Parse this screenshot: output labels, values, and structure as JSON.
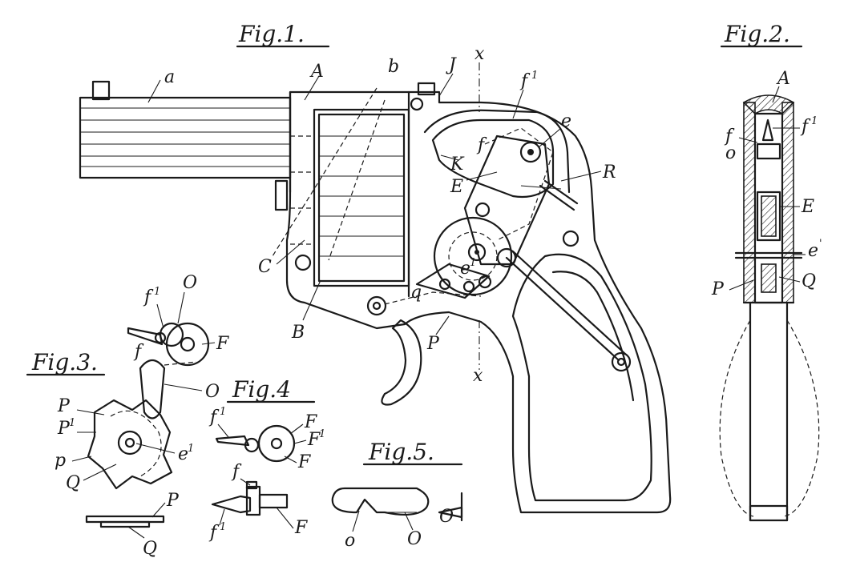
{
  "figures": {
    "fig1": "Fig.1.",
    "fig2": "Fig.2.",
    "fig3": "Fig.3.",
    "fig4": "Fig.4",
    "fig5": "Fig.5."
  },
  "fig1_labels": {
    "a": "a",
    "A": "A",
    "b": "b",
    "J": "J",
    "x_top": "x",
    "f1": "f",
    "f1_sup": "1",
    "e": "e",
    "f": "f",
    "K": "K",
    "E": "E",
    "R": "R",
    "C": "C",
    "B": "B",
    "q": "q",
    "e1": "e",
    "e1_sup": "1",
    "P": "P",
    "x_bottom": "x"
  },
  "fig2_labels": {
    "A": "A",
    "f": "f",
    "o": "o",
    "f1": "f",
    "f1_sup": "1",
    "E": "E",
    "e1": "e",
    "e1_sup": "'",
    "P": "P",
    "Q": "Q"
  },
  "fig3_labels": {
    "f1": "f",
    "f1_sup": "1",
    "O_top": "O",
    "f": "f",
    "F": "F",
    "O_mid": "O",
    "P": "P",
    "P1": "P",
    "P1_sup": "1",
    "p": "p",
    "e1": "e",
    "e1_sup": "1",
    "Q": "Q",
    "P_bottom": "P",
    "Q_bottom": "Q"
  },
  "fig4_labels": {
    "f1_top": "f",
    "f1_top_sup": "1",
    "F_r": "F",
    "F1": "F",
    "F1_sup": "1",
    "F": "F",
    "f": "f",
    "f1_bottom": "f",
    "f1_bottom_sup": "1",
    "F_bottom": "F"
  },
  "fig5_labels": {
    "o": "o",
    "O": "O",
    "O_side": "O"
  }
}
